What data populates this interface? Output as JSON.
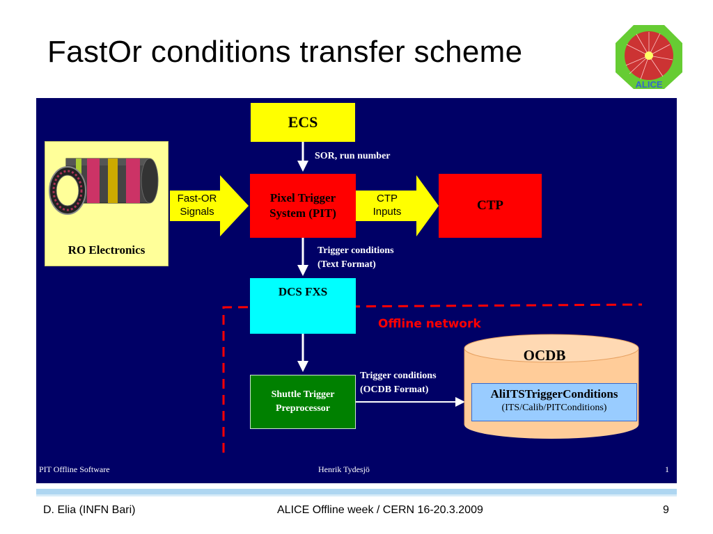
{
  "slide": {
    "title": "FastOr conditions transfer scheme",
    "footer_left": "D. Elia (INFN Bari)",
    "footer_center": "ALICE Offline week / CERN 16-20.3.2009",
    "page_number": "9",
    "logo_text": "ALICE"
  },
  "diagram": {
    "ecs": "ECS",
    "sor": "SOR, run number",
    "pit_line1": "Pixel Trigger",
    "pit_line2": "System (PIT)",
    "fastor_line1": "Fast-OR",
    "fastor_line2": "Signals",
    "ctp_inputs_line1": "CTP",
    "ctp_inputs_line2": "Inputs",
    "ctp": "CTP",
    "ro_electronics": "RO Electronics",
    "trig_text_line1": "Trigger conditions",
    "trig_text_line2": "(Text Format)",
    "dcs_fxs": "DCS FXS",
    "offline_network": "Offline network",
    "shuttle_line1": "Shuttle Trigger",
    "shuttle_line2": "Preprocessor",
    "trig_ocdb_line1": "Trigger conditions",
    "trig_ocdb_line2": "(OCDB Format)",
    "ocdb": "OCDB",
    "cond_class": "AliITSTriggerConditions",
    "cond_path": "(ITS/Calib/PITConditions)",
    "inner_footer_left": "PIT Offline Software",
    "inner_footer_center": "Henrik Tydesjö",
    "inner_footer_right": "1"
  },
  "colors": {
    "panel_bg": "#000066",
    "yellow": "#ffff00",
    "red": "#ff0000",
    "cyan": "#00ffff",
    "green": "#008000",
    "ocdb_fill": "#ffcc99",
    "dashed_line": "#ff0000"
  }
}
